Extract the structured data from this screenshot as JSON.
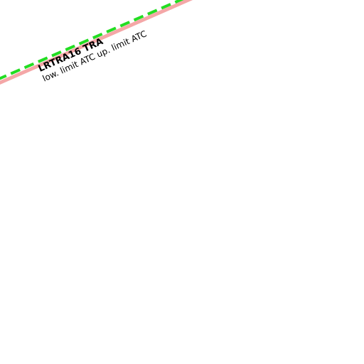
{
  "airspace": {
    "name": "LRTRA16 TRA",
    "lower_limit": "low. limit ATC",
    "upper_limit": "up. limit ATC",
    "border_color": "#f4a7a7",
    "dashed_line_color": "#22dd22"
  }
}
